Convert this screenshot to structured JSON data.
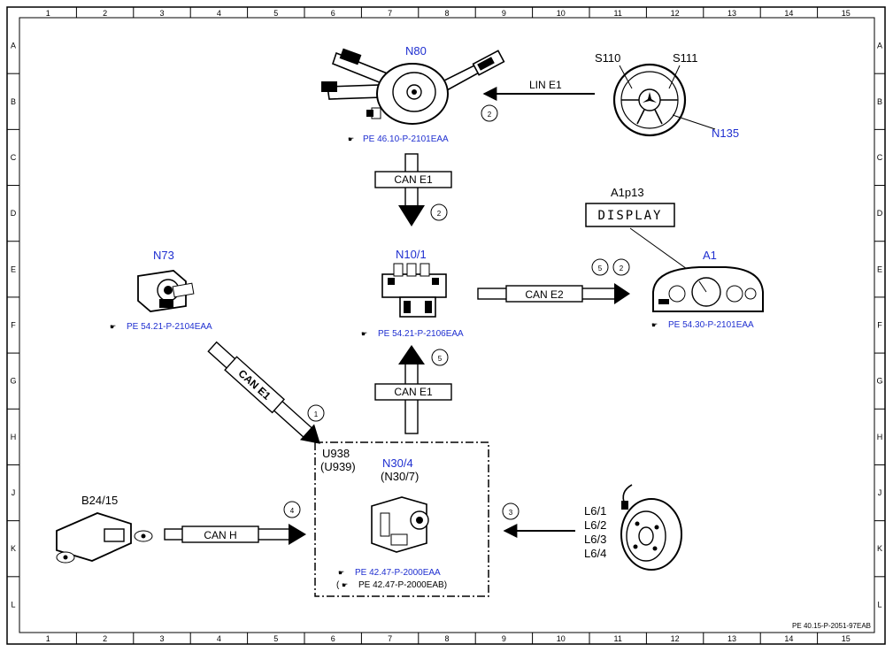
{
  "grid": {
    "columns": [
      "1",
      "2",
      "3",
      "4",
      "5",
      "6",
      "7",
      "8",
      "9",
      "10",
      "11",
      "12",
      "13",
      "14",
      "15"
    ],
    "rows": [
      "A",
      "B",
      "C",
      "D",
      "E",
      "F",
      "G",
      "H",
      "J",
      "K",
      "L"
    ]
  },
  "components": {
    "n80": {
      "label": "N80",
      "ref": "PE 46.10-P-2101EAA"
    },
    "n135": {
      "label": "N135",
      "s110": "S110",
      "s111": "S111"
    },
    "n10_1": {
      "label": "N10/1",
      "ref": "PE 54.21-P-2106EAA"
    },
    "a1": {
      "label": "A1",
      "ref": "PE 54.30-P-2101EAA"
    },
    "a1p13": {
      "label": "A1p13",
      "display_text": "DISPLAY"
    },
    "n73": {
      "label": "N73",
      "ref": "PE 54.21-P-2104EAA"
    },
    "b24_15": {
      "label": "B24/15"
    },
    "u938": {
      "label": "U938",
      "alt": "(U939)",
      "n30_4": "N30/4",
      "n30_7": "(N30/7)",
      "ref1": "PE 42.47-P-2000EAA",
      "ref2_open": "(",
      "ref2": "PE 42.47-P-2000EAB)"
    },
    "l6": {
      "labels": [
        "L6/1",
        "L6/2",
        "L6/3",
        "L6/4"
      ]
    }
  },
  "connections": {
    "lin_e1": "LIN E1",
    "can_e1_top": "CAN E1",
    "can_e2": "CAN E2",
    "can_e1_diag": "CAN E1",
    "can_e1_mid": "CAN E1",
    "can_h": "CAN H"
  },
  "markers": {
    "lin": "2",
    "can_top": "2",
    "can_e2_a": "5",
    "can_e2_b": "2",
    "can_mid": "5",
    "can_diag": "1",
    "can_h": "4",
    "l6": "3"
  },
  "footer": {
    "doc_ref": "PE 40.15-P-2051-97EAB"
  }
}
